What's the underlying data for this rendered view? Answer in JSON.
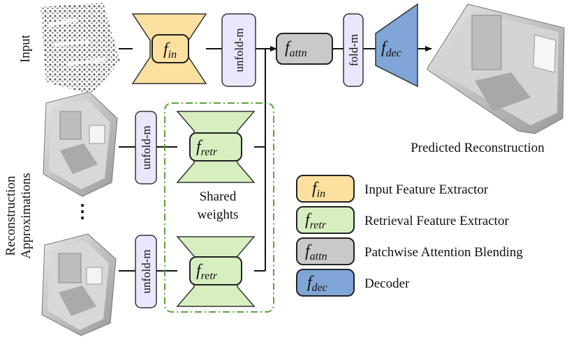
{
  "labels": {
    "input": "Input",
    "approx_line1": "Reconstruction",
    "approx_line2": "Approximations",
    "ellipsis": "⋮",
    "predicted": "Predicted Reconstruction",
    "shared_line1": "Shared",
    "shared_line2": "weights"
  },
  "modules": {
    "f_in": {
      "main": "f",
      "sub": "in"
    },
    "f_retr": {
      "main": "f",
      "sub": "retr"
    },
    "f_attn": {
      "main": "f",
      "sub": "attn"
    },
    "f_dec": {
      "main": "f",
      "sub": "dec"
    }
  },
  "ops": {
    "unfold": "unfold-m",
    "fold": "fold-m"
  },
  "legend": [
    {
      "sub": "in",
      "text": "Input Feature Extractor",
      "color": "#fbe0a0",
      "stroke": "#333333"
    },
    {
      "sub": "retr",
      "text": "Retrieval Feature Extractor",
      "color": "#d7efc0",
      "stroke": "#333333"
    },
    {
      "sub": "attn",
      "text": "Patchwise Attention Blending",
      "color": "#c9c9c9",
      "stroke": "#333333"
    },
    {
      "sub": "dec",
      "text": "Decoder",
      "color": "#7fa6d6",
      "stroke": "#333333"
    }
  ],
  "colors": {
    "input_encoder": "#fbe0a0",
    "retrieval_encoder": "#d7efc0",
    "attention": "#c9c9c9",
    "decoder": "#7fa6d6",
    "op_box": "#ebe6fb",
    "shared_border": "#5aa33c"
  }
}
